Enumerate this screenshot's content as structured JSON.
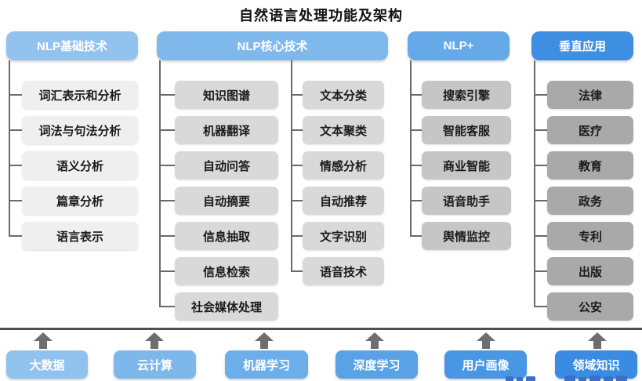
{
  "title": "自然语言处理功能及架构",
  "columns": [
    {
      "header": "NLP基础技术",
      "items": [
        "词汇表示和分析",
        "词法与句法分析",
        "语义分析",
        "篇章分析",
        "语言表示"
      ]
    },
    {
      "header": "NLP核心技术",
      "items_left": [
        "知识图谱",
        "机器翻译",
        "自动问答",
        "自动摘要",
        "信息抽取",
        "信息检索",
        "社会媒体处理"
      ],
      "items_right": [
        "文本分类",
        "文本聚类",
        "情感分析",
        "自动推荐",
        "文字识别",
        "语音技术"
      ]
    },
    {
      "header": "NLP+",
      "items": [
        "搜索引擎",
        "智能客服",
        "商业智能",
        "语音助手",
        "舆情监控"
      ]
    },
    {
      "header": "垂直应用",
      "items": [
        "法律",
        "医疗",
        "教育",
        "政务",
        "专利",
        "出版",
        "公安"
      ]
    }
  ],
  "foundation": [
    "大数据",
    "云计算",
    "机器学习",
    "深度学习",
    "用户画像",
    "领域知识"
  ],
  "colors": {
    "header_blues": [
      "#92c3ee",
      "#7fb9ec",
      "#65a9e8",
      "#3e8ee2"
    ],
    "item_grays": [
      "#efefef",
      "#d9d9d9",
      "#c6c6c6",
      "#a9a9a9"
    ],
    "foundation_blues": [
      "#8fc2ee",
      "#7eb8eb",
      "#6baee9",
      "#59a2e6",
      "#4797e4",
      "#398ce1"
    ],
    "connector": "#6a6a6a",
    "separator": "#4f4f4f",
    "text_dark": "#1a1a1a",
    "text_light": "#ffffff"
  }
}
